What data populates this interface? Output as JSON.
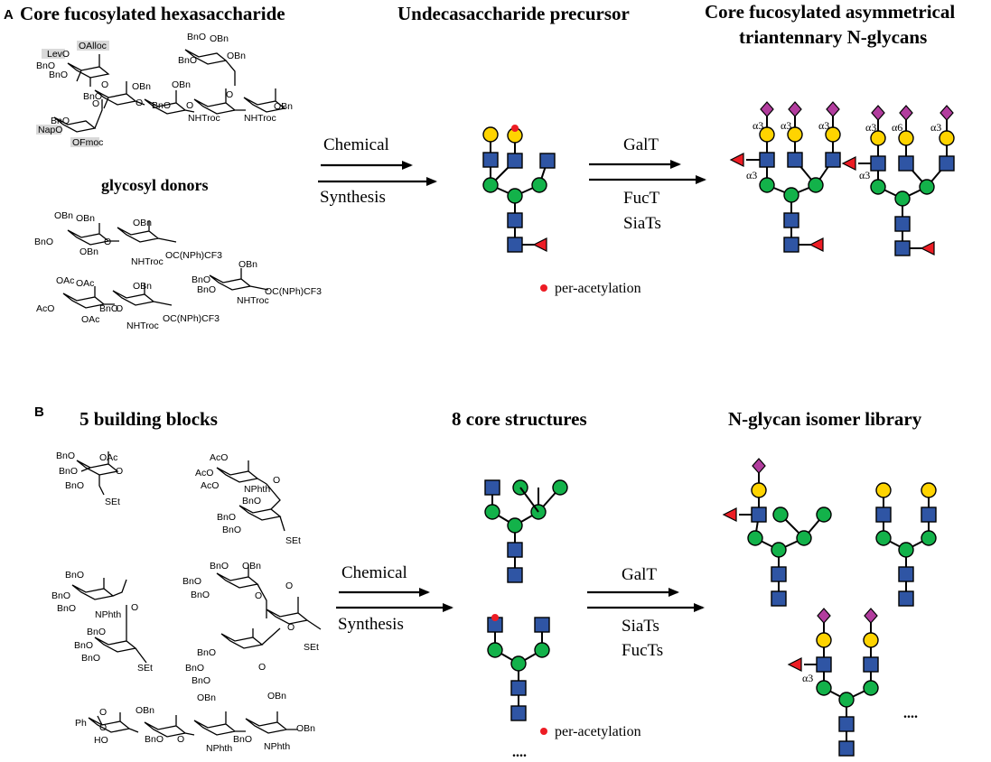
{
  "panelA": {
    "label": "A",
    "title_left": "Core fucosylated hexasaccharide",
    "title_mid": "Undecasaccharide precursor",
    "title_right_1": "Core fucosylated   asymmetrical",
    "title_right_2": "triantennary  N-glycans",
    "donors_title": "glycosyl donors",
    "arrow1_top": "Chemical",
    "arrow1_bottom": "Synthesis",
    "arrow2_top": "GalT",
    "arrow2_mid": "FucT",
    "arrow2_bottom": "SiaTs",
    "legend": "per-acetylation",
    "hexa_labels": [
      "LevO",
      "OAlloc",
      "BnO",
      "BnO",
      "O",
      "O",
      "BnO",
      "OBn",
      "OBn",
      "BnO",
      "BnO",
      "O",
      "O",
      "NHTroc",
      "OBn",
      "NHTroc",
      "BnO",
      "BnO",
      "NapO",
      "OFmoc",
      "O",
      "OBn",
      "OBn"
    ],
    "donor1_labels": [
      "OBn",
      "OBn",
      "OBn",
      "BnO",
      "O",
      "OBn",
      "NHTroc",
      "OC(NPh)CF3"
    ],
    "donor2_labels": [
      "OAc",
      "OAc",
      "OBn",
      "AcO",
      "OAc",
      "BnO",
      "O",
      "NHTroc",
      "OC(NPh)CF3"
    ],
    "donor3_labels": [
      "OBn",
      "BnO",
      "BnO",
      "NHTroc",
      "OC(NPh)CF3"
    ],
    "linkages_A": [
      "α3",
      "α3",
      "α3",
      "α3",
      "α3",
      "α6",
      "α3",
      "α3"
    ]
  },
  "panelB": {
    "label": "B",
    "title_left": "5 building blocks",
    "title_mid": "8 core structures",
    "title_right": "N-glycan isomer library",
    "arrow1_top": "Chemical",
    "arrow1_bottom": "Synthesis",
    "arrow2_top": "GalT",
    "arrow2_mid": "SiaTs",
    "arrow2_bottom": "FucTs",
    "legend": "per-acetylation",
    "ellipsis": "....",
    "bb1_labels": [
      "BnO",
      "OAc",
      "BnO",
      "BnO",
      "O",
      "SEt"
    ],
    "bb2_labels": [
      "AcO",
      "AcO",
      "AcO",
      "NPhth",
      "O",
      "BnO",
      "BnO",
      "BnO",
      "SEt"
    ],
    "bb3_labels": [
      "BnO",
      "BnO",
      "BnO",
      "NPhth",
      "O",
      "BnO",
      "BnO",
      "BnO",
      "SEt"
    ],
    "bb4_labels": [
      "BnO",
      "OBn",
      "BnO",
      "BnO",
      "O",
      "O",
      "BnO",
      "BnO",
      "BnO",
      "O",
      "O",
      "SEt"
    ],
    "bb5_labels": [
      "Ph",
      "O",
      "O",
      "HO",
      "OBn",
      "BnO",
      "O",
      "OBn",
      "NPhth",
      "BnO",
      "OBn",
      "NPhth",
      "OBn"
    ],
    "linkages_B": [
      "α3"
    ]
  },
  "colors": {
    "glcnac": "#2f55a4",
    "mannose": "#13b24a",
    "galactose": "#ffd400",
    "sialic": "#b23d9e",
    "fucose": "#ed1c24",
    "acetyl_dot": "#ed1c24",
    "highlight": "#d9d9d9"
  },
  "icons": {
    "glcnac": "blue-square-icon",
    "mannose": "green-circle-icon",
    "galactose": "yellow-circle-icon",
    "sialic": "magenta-diamond-icon",
    "fucose": "red-triangle-icon"
  }
}
